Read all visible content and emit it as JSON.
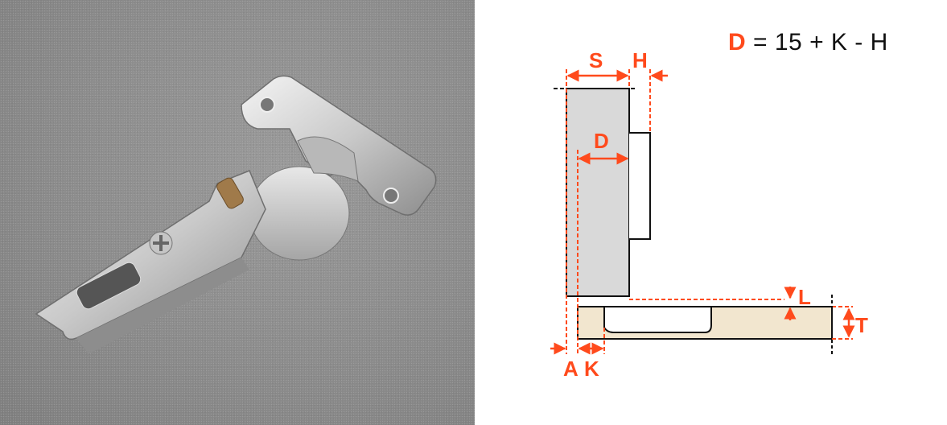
{
  "photo": {
    "subject": "concealed cabinet hinge with mounting plate",
    "background_color": "#8c8c8c"
  },
  "diagram": {
    "formula": {
      "variable": "D",
      "expression": "= 15 + K - H"
    },
    "labels": {
      "s": "S",
      "h": "H",
      "d": "D",
      "a": "A",
      "k": "K",
      "l": "L",
      "t": "T"
    },
    "colors": {
      "accent": "#ff4a1c",
      "cabinet_side": "#d9d9d9",
      "door": "#f2e6cf",
      "outline": "#111111"
    }
  }
}
